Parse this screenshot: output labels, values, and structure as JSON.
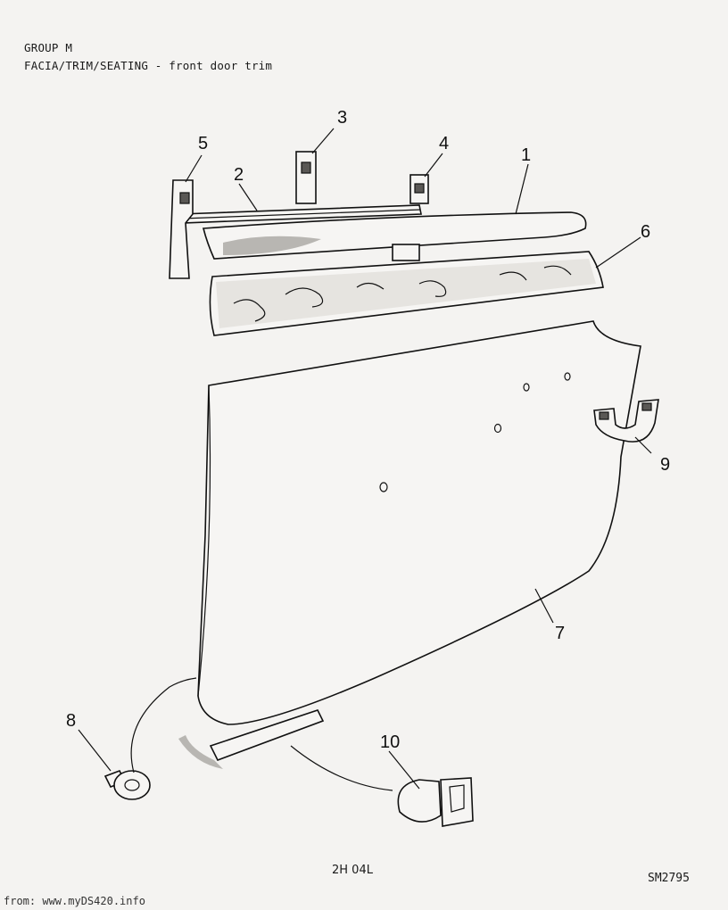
{
  "header": {
    "group": "GROUP M",
    "subtitle": "FACIA/TRIM/SEATING - front door trim"
  },
  "callouts": [
    "1",
    "2",
    "3",
    "4",
    "5",
    "6",
    "7",
    "8",
    "9",
    "10"
  ],
  "footer": {
    "drawing_code": "2H 04L",
    "sheet_ref": "SM2795",
    "source": "from: www.myDS420.info"
  }
}
